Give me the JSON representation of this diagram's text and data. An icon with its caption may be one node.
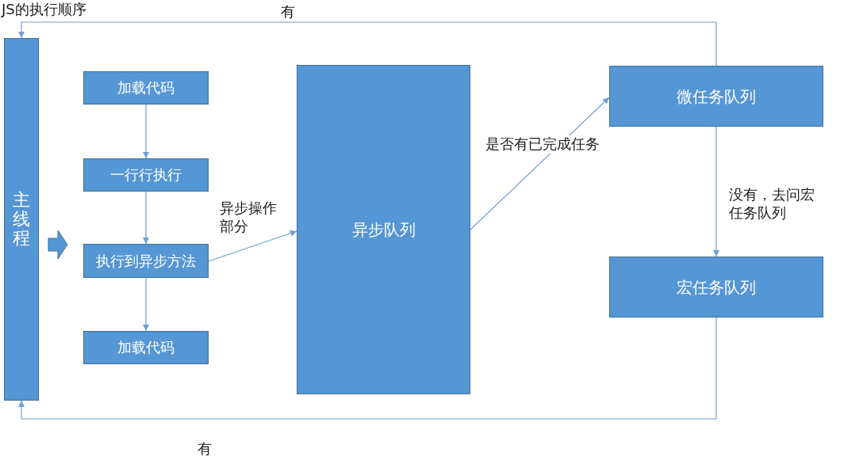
{
  "diagram": {
    "title": "JS的执行顺序",
    "nodes": [
      {
        "text": [
          "主线程"
        ]
      },
      {
        "text": [
          "加载代码"
        ]
      },
      {
        "text": [
          "一行行执行"
        ]
      },
      {
        "text": [
          "执行到异步方法"
        ]
      },
      {
        "text": [
          "加载代码"
        ]
      },
      {
        "text": [
          "异步队列"
        ]
      },
      {
        "text": [
          "微任务队列"
        ]
      },
      {
        "text": [
          "宏任务队列"
        ]
      }
    ],
    "edges": [
      {
        "from": 0,
        "to": 3,
        "arrow": "to",
        "style": "thick"
      },
      {
        "from": 1,
        "to": 2,
        "arrow": "to"
      },
      {
        "from": 2,
        "to": 3,
        "arrow": "to"
      },
      {
        "from": 3,
        "to": 4,
        "arrow": "to"
      },
      {
        "from": 3,
        "to": 5,
        "arrow": "to",
        "label": "异步操作部分"
      },
      {
        "from": 5,
        "to": 6,
        "arrow": "to",
        "label": "是否有已完成任务"
      },
      {
        "from": 6,
        "to": 7,
        "arrow": "to",
        "label": "没有，去问宏任务队列"
      },
      {
        "from": 6,
        "to": 0,
        "arrow": "to",
        "label": "有"
      },
      {
        "from": 7,
        "to": 0,
        "arrow": "to",
        "label": "有"
      }
    ]
  }
}
